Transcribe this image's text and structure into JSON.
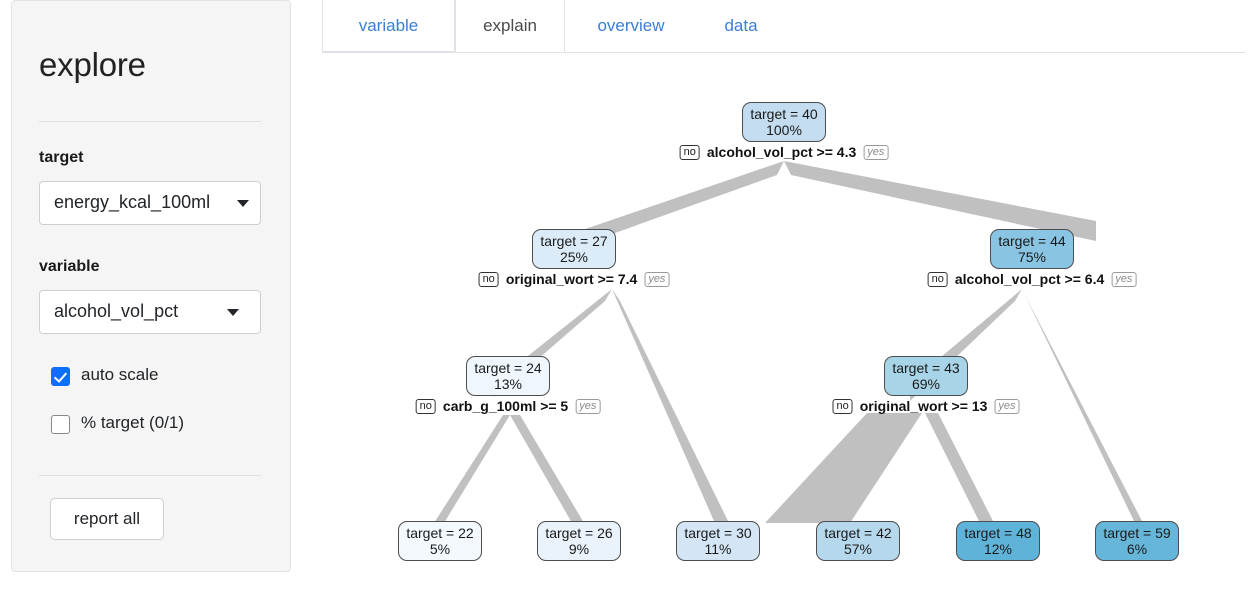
{
  "sidebar": {
    "title": "explore",
    "target": {
      "label": "target",
      "value": "energy_kcal_100ml"
    },
    "variable": {
      "label": "variable",
      "value": "alcohol_vol_pct"
    },
    "checkboxes": [
      {
        "label": "auto scale",
        "checked": true
      },
      {
        "label": "% target (0/1)",
        "checked": false
      }
    ],
    "report_button": "report all"
  },
  "tabs": [
    {
      "label": "variable",
      "active": false
    },
    {
      "label": "explain",
      "active": true
    },
    {
      "label": "overview",
      "active": false
    },
    {
      "label": "data",
      "active": false
    }
  ],
  "tree": {
    "colors": {
      "edge": "#c0c0c0",
      "node_border": "#4d4d4d",
      "scale_low": "#f2f7fd",
      "scale_high": "#5fb3d9"
    },
    "badge_no": "no",
    "badge_yes": "yes",
    "nodes": [
      {
        "id": "root",
        "line1": "target = 40",
        "line2": "100%",
        "fill": "#c3dcef",
        "split": "alcohol_vol_pct >= 4.3"
      },
      {
        "id": "n-l",
        "line1": "target = 27",
        "line2": "25%",
        "fill": "#dcebf8",
        "split": "original_wort >= 7.4"
      },
      {
        "id": "n-r",
        "line1": "target = 44",
        "line2": "75%",
        "fill": "#89c4e2",
        "split": "alcohol_vol_pct >= 6.4"
      },
      {
        "id": "n-ll",
        "line1": "target = 24",
        "line2": "13%",
        "fill": "#eff6fd",
        "split": "carb_g_100ml >= 5"
      },
      {
        "id": "n-rl",
        "line1": "target = 43",
        "line2": "69%",
        "fill": "#a8d4e8",
        "split": "original_wort >= 13"
      },
      {
        "id": "leaf-1",
        "line1": "target = 22",
        "line2": "5%",
        "fill": "#f4f9fe",
        "split": null
      },
      {
        "id": "leaf-2",
        "line1": "target = 26",
        "line2": "9%",
        "fill": "#eaf2fb",
        "split": null
      },
      {
        "id": "leaf-3",
        "line1": "target = 30",
        "line2": "11%",
        "fill": "#d4e6f5",
        "split": null
      },
      {
        "id": "leaf-4",
        "line1": "target = 42",
        "line2": "57%",
        "fill": "#b6d8ec",
        "split": null
      },
      {
        "id": "leaf-5",
        "line1": "target = 48",
        "line2": "12%",
        "fill": "#5fb3d9",
        "split": null
      },
      {
        "id": "leaf-6",
        "line1": "target = 59",
        "line2": "6%",
        "fill": "#66b6da",
        "split": null
      }
    ]
  }
}
